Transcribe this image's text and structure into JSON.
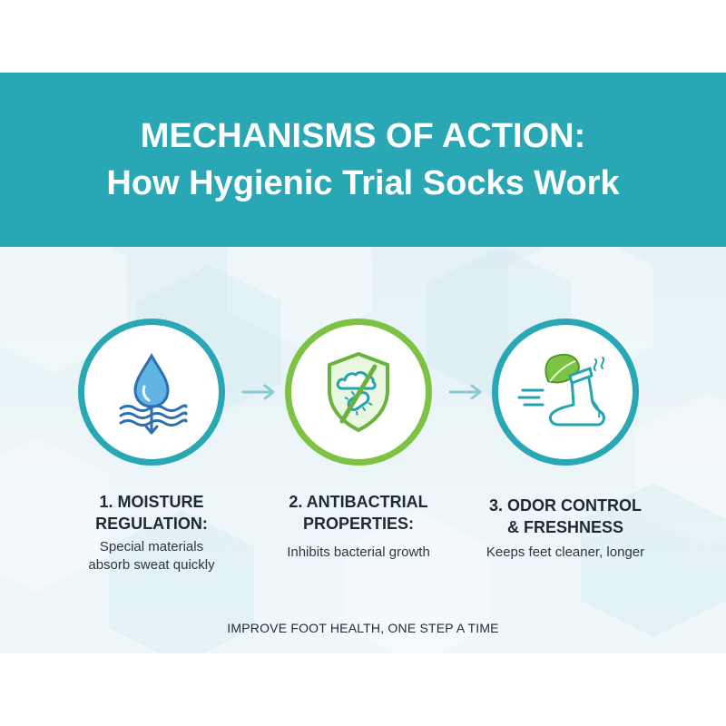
{
  "header": {
    "title_line1": "MECHANISMS OF ACTION:",
    "title_line2": "How Hygienic Trial Socks Work"
  },
  "colors": {
    "banner": "#2aa7b5",
    "teal_ring": "#2aa7b5",
    "green_ring": "#7dc242",
    "icon_blue": "#2f6fb0",
    "icon_teal": "#24a3b0",
    "icon_green": "#6ab23e"
  },
  "steps": [
    {
      "icon": "water-drop-icon",
      "title_lines": [
        "1. MOISTURE",
        "REGULATION:"
      ],
      "desc_lines": [
        "Special materials",
        "absorb sweat quickly"
      ]
    },
    {
      "icon": "antibacterial-shield-icon",
      "title_lines": [
        "2. ANTIBACTRIAL",
        "PROPERTIES:"
      ],
      "desc_lines": [
        "Inhibits bacterial growth"
      ]
    },
    {
      "icon": "fresh-sock-icon",
      "title_lines": [
        "3. ODOR CONTROL",
        "& FRESHNESS"
      ],
      "desc_lines": [
        "Keeps feet cleaner, longer"
      ]
    }
  ],
  "footer": {
    "tagline": "IMPROVE FOOT HEALTH, ONE STEP A TIME"
  }
}
